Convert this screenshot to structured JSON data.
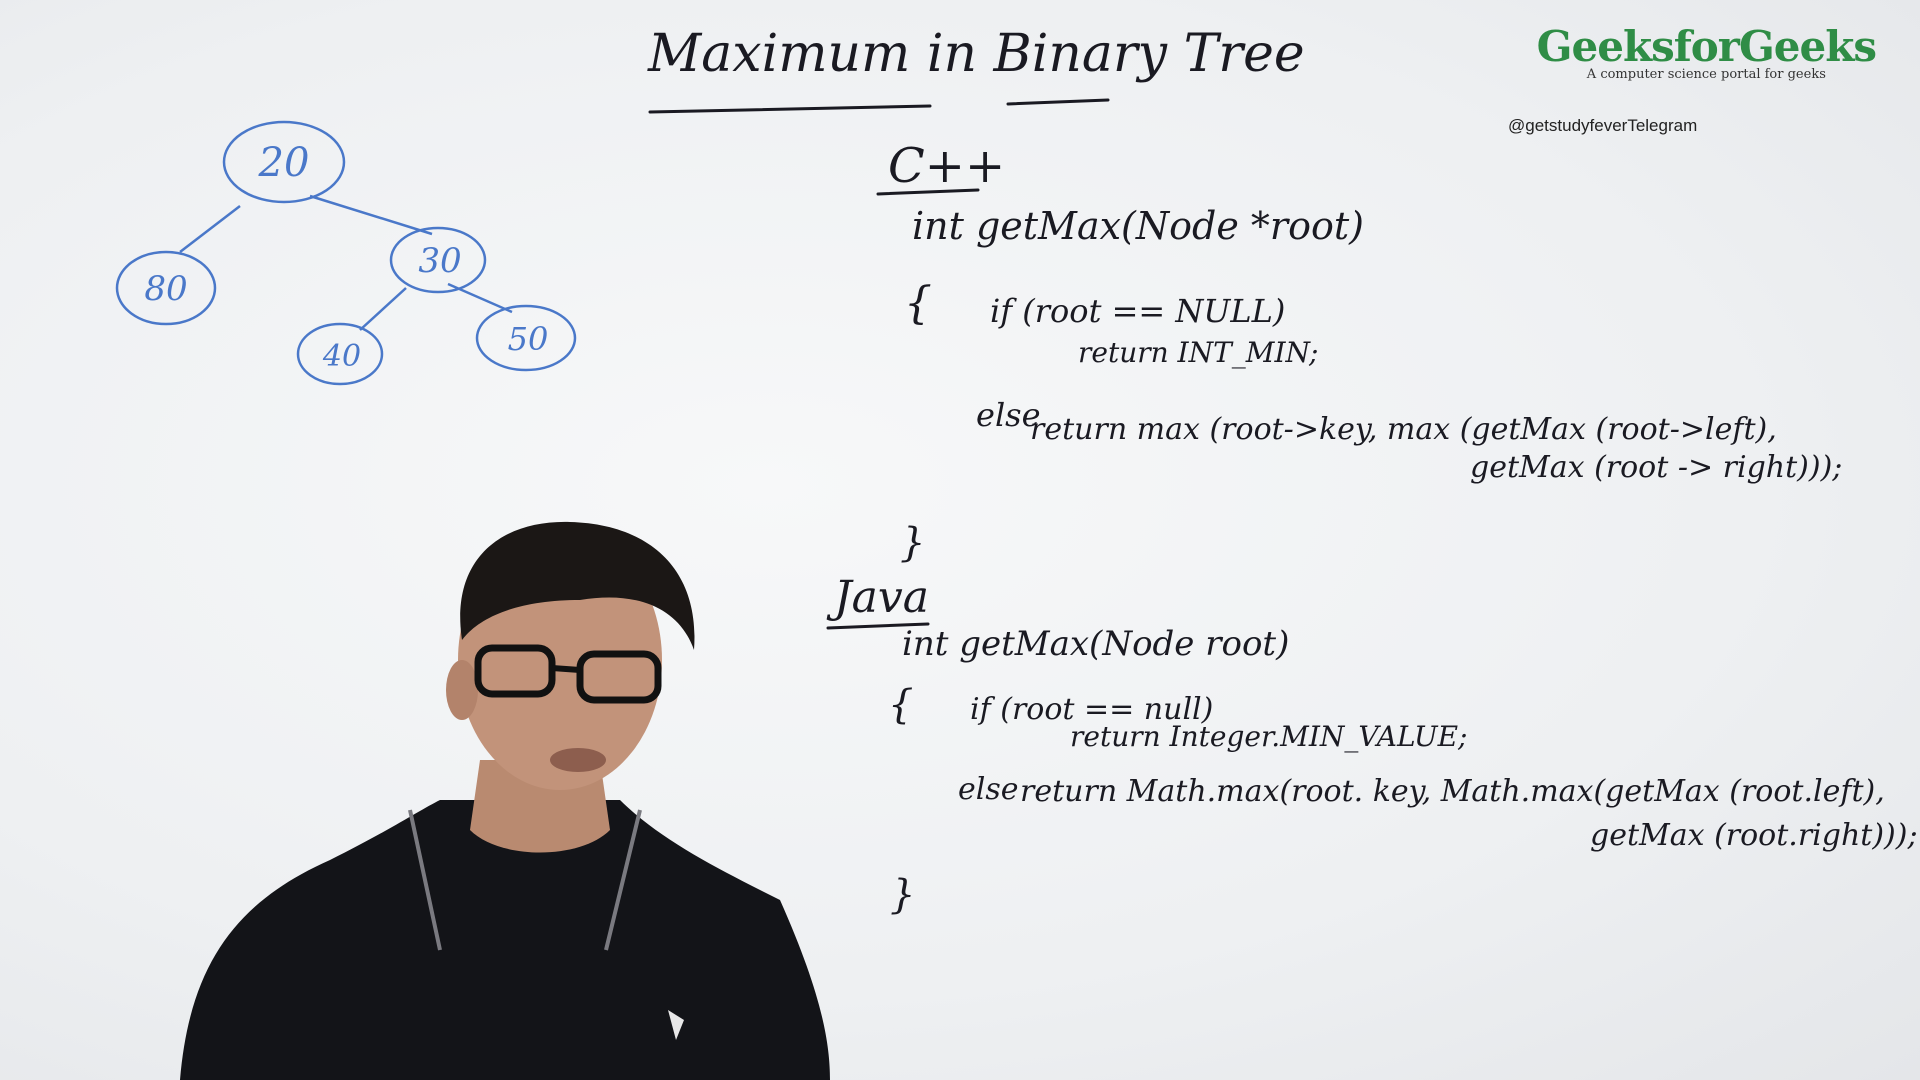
{
  "brand": {
    "name": "GeeksforGeeks",
    "tagline": "A computer science portal for geeks"
  },
  "watermark": "@getstudyfeverTelegram",
  "board": {
    "title": "Maximum in Binary Tree",
    "tree": {
      "root": "20",
      "left": "80",
      "right": "30",
      "right_left": "40",
      "right_right": "50"
    },
    "cpp": {
      "heading": "C++",
      "signature": "int getMax(Node *root)",
      "open_brace": "{",
      "line_if": "if (root == NULL)",
      "line_return_min": "return INT_MIN;",
      "line_else": "else",
      "line_return_max_1": "return max (root->key, max (getMax (root->left),",
      "line_return_max_2": "getMax (root -> right)));",
      "close_brace": "}"
    },
    "java": {
      "heading": "Java",
      "signature": "int getMax(Node root)",
      "open_brace": "{",
      "line_if": "if (root == null)",
      "line_return_min": "return Integer.MIN_VALUE;",
      "line_else": "else",
      "line_return_max_1": "return Math.max(root. key, Math.max(getMax (root.left),",
      "line_return_max_2": "getMax (root.right)));",
      "close_brace": "}"
    }
  },
  "colors": {
    "brand_green": "#2f8d46",
    "tree_ink": "#4a78c9",
    "code_ink": "#1a1a22"
  }
}
